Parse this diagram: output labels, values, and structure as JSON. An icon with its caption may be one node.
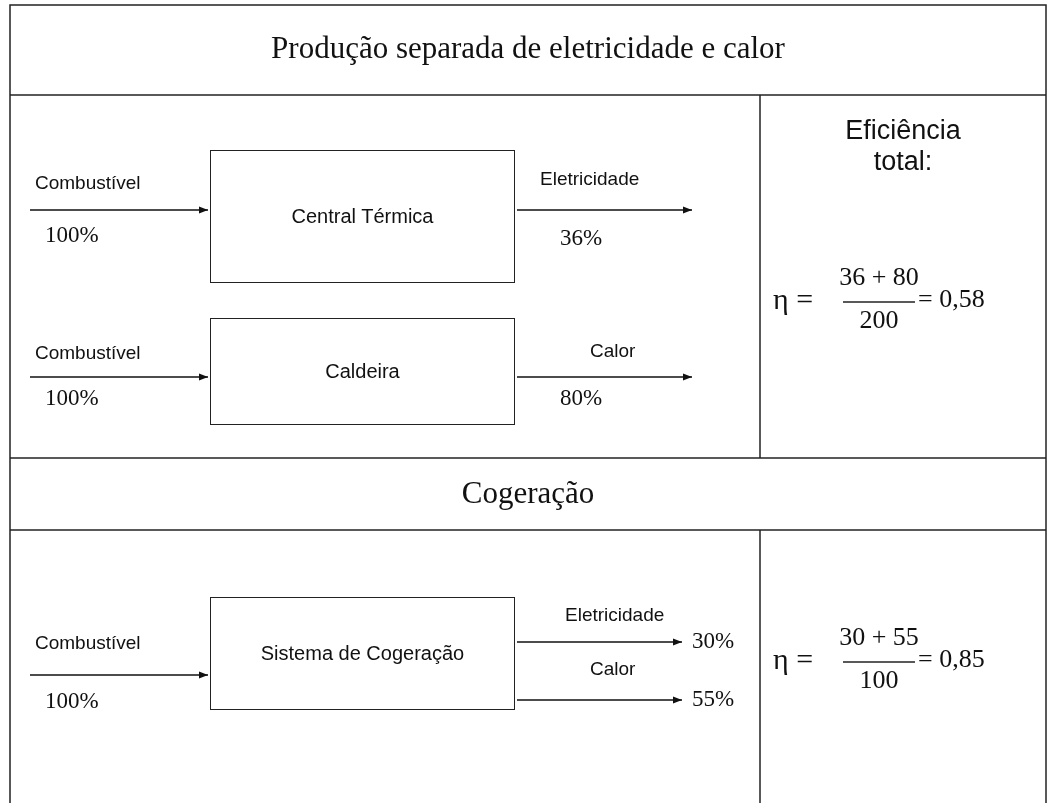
{
  "diagram": {
    "nodes": [
      {
        "text": [
          "Central Térmica"
        ]
      },
      {
        "text": [
          "Caldeira"
        ]
      },
      {
        "text": [
          "Sistema de Cogeração"
        ]
      },
      {
        "text": [
          "30%"
        ]
      },
      {
        "text": [
          "55%"
        ]
      }
    ],
    "edges": [
      {
        "from": null,
        "to": 0,
        "arrow": "to",
        "label": "Combustível"
      },
      {
        "from": 0,
        "to": null,
        "arrow": "to",
        "label": "Eletricidade"
      },
      {
        "from": null,
        "to": 1,
        "arrow": "to",
        "label": "Combustível"
      },
      {
        "from": 1,
        "to": null,
        "arrow": "to",
        "label": "Calor"
      },
      {
        "from": null,
        "to": 2,
        "arrow": "to",
        "label": "Combustível"
      },
      {
        "from": 2,
        "to": 3,
        "arrow": "to",
        "label": "Eletricidade"
      },
      {
        "from": 2,
        "to": 4,
        "arrow": "to",
        "label": "Calor"
      }
    ],
    "labels": [
      "Produção separada de eletricidade e calor",
      "Eficiência total:",
      "100%",
      "36%",
      "η =",
      "36 + 80",
      "200",
      "= 0,58",
      "100%",
      "80%",
      "Cogeração",
      "100%",
      "η =",
      "30 + 55",
      "100",
      "= 0,85"
    ]
  }
}
